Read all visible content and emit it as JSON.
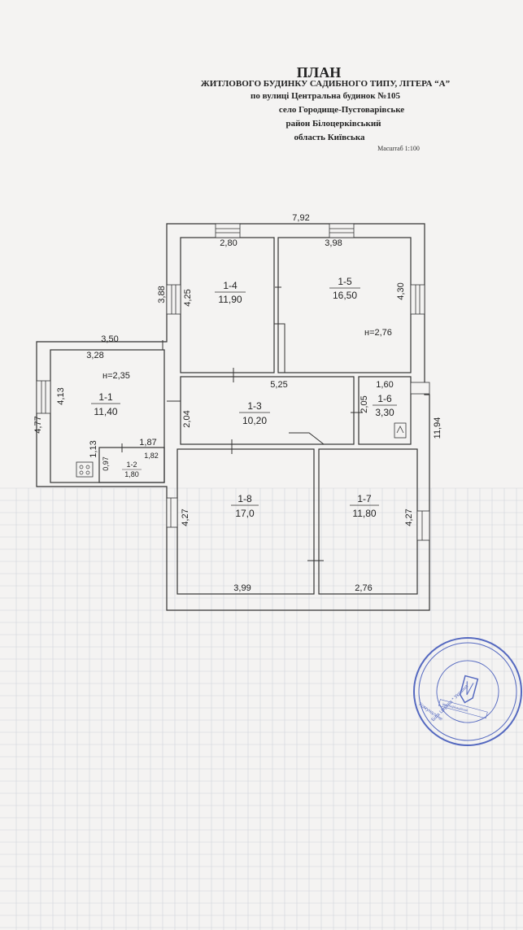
{
  "header": {
    "title": "ПЛАН",
    "line1": "ЖИТЛОВОГО БУДИНКУ САДИБНОГО ТИПУ, ЛІТЕРА “А”",
    "line2": "по вулиці   Центральна  будинок  №105",
    "line3": "село   Городище-Пустоварівське",
    "line4": "район   Білоцерківський",
    "line5": "область   Київська",
    "scale": "Масштаб 1:100"
  },
  "rooms": {
    "r1_1": {
      "id": "1-1",
      "area": "11,40",
      "height": "н=2,35"
    },
    "r1_2": {
      "id": "1-2",
      "area": "1,80"
    },
    "r1_3": {
      "id": "1-3",
      "area": "10,20"
    },
    "r1_4": {
      "id": "1-4",
      "area": "11,90"
    },
    "r1_5": {
      "id": "1-5",
      "area": "16,50",
      "height": "н=2,76"
    },
    "r1_6": {
      "id": "1-6",
      "area": "3,30"
    },
    "r1_7": {
      "id": "1-7",
      "area": "11,80"
    },
    "r1_8": {
      "id": "1-8",
      "area": "17,0"
    }
  },
  "dimensions": {
    "top_total": "7,92",
    "r14_top": "2,80",
    "r15_top": "3,98",
    "left_388": "3,88",
    "r14_h": "4,25",
    "r15_h": "4,30",
    "ext_350": "3,50",
    "ext_328": "3,28",
    "ext_477": "4,77",
    "ext_413": "4,13",
    "corr_525": "5,25",
    "corr_204": "2,04",
    "r16_w": "1,60",
    "r16_h": "2,05",
    "right_total": "11,94",
    "small_113": "1,13",
    "small_187": "1,87",
    "small_182": "1,82",
    "small_097": "0,97",
    "r18_h": "4,27",
    "r17_h": "4,27",
    "r18_w": "3,99",
    "r17_w": "2,76"
  },
  "stamp": {
    "outer_text": "Біла Церква * Україна * Комунальне підприємство Білоцерківської міської ради * Київської області",
    "inner_text": "Бюро технічної інвентаризації",
    "center_text": "ідентифікаційний код 20614754"
  },
  "colors": {
    "paper": "#f4f3f2",
    "ink": "#222222",
    "grid": "#cfd3da",
    "stamp": "#3a52b8"
  }
}
